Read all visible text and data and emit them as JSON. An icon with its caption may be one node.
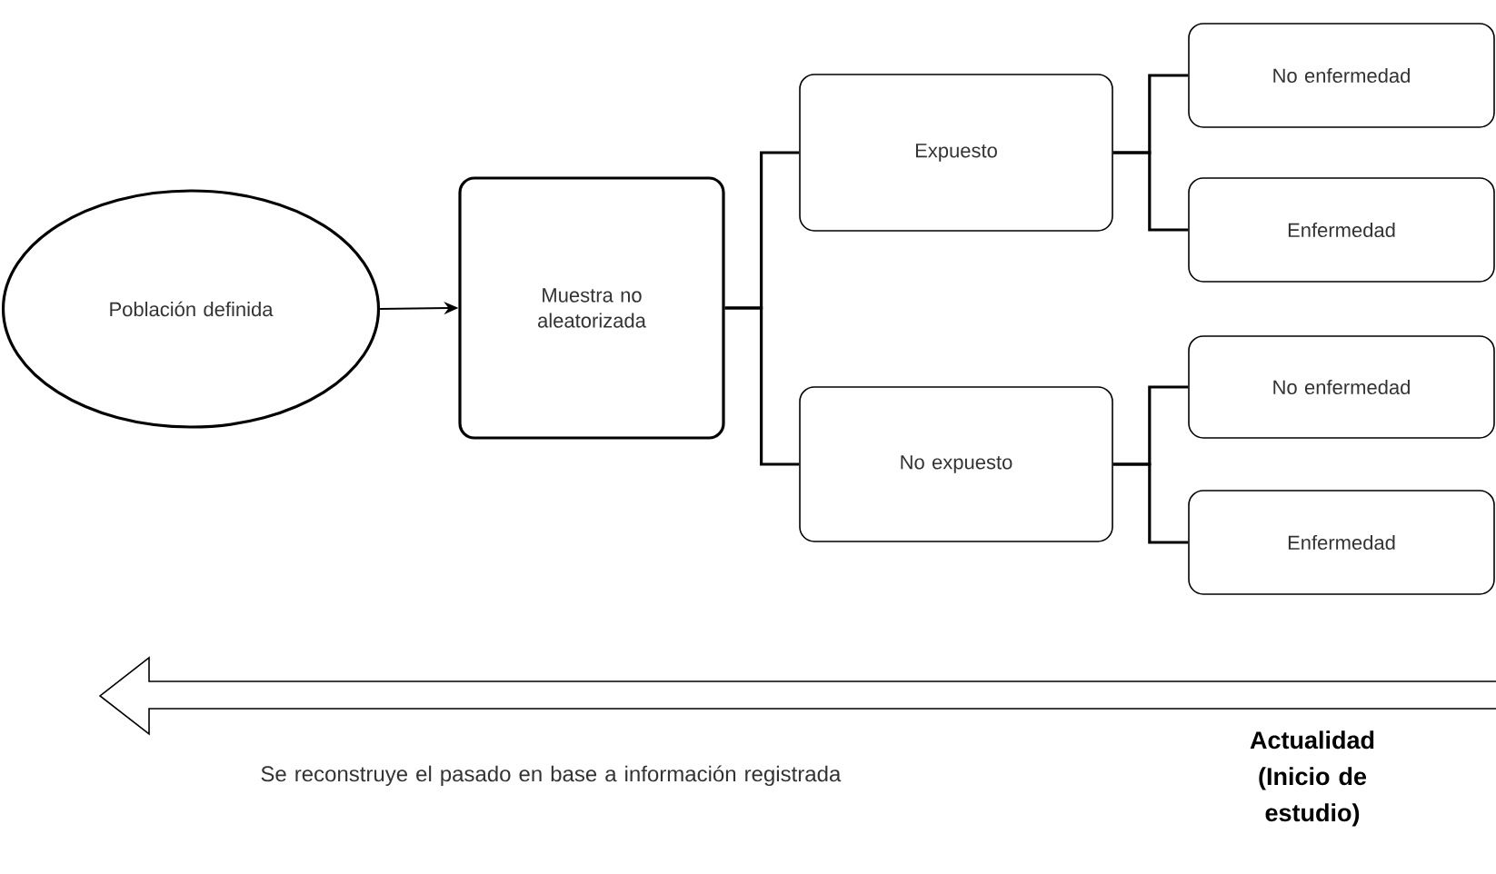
{
  "diagram": {
    "nodes": [
      {
        "text": [
          "Población definida"
        ]
      },
      {
        "text": [
          "Muestra no aleatorizada"
        ]
      },
      {
        "text": [
          "Expuesto"
        ]
      },
      {
        "text": [
          "No expuesto"
        ]
      },
      {
        "text": [
          "No enfermedad"
        ]
      },
      {
        "text": [
          "Enfermedad"
        ]
      },
      {
        "text": [
          "No enfermedad"
        ]
      },
      {
        "text": [
          "Enfermedad"
        ]
      }
    ],
    "edges": [
      {
        "from": 0,
        "to": 1,
        "arrow": "to"
      },
      {
        "from": 1,
        "to": 2,
        "arrow": "none"
      },
      {
        "from": 1,
        "to": 3,
        "arrow": "none"
      },
      {
        "from": 2,
        "to": 4,
        "arrow": "none"
      },
      {
        "from": 2,
        "to": 5,
        "arrow": "none"
      },
      {
        "from": 3,
        "to": 6,
        "arrow": "none"
      },
      {
        "from": 3,
        "to": 7,
        "arrow": "none"
      }
    ],
    "labels": [
      "Se reconstruye el pasado en base a información registrada",
      "Actualidad (Inicio de estudio)"
    ]
  }
}
